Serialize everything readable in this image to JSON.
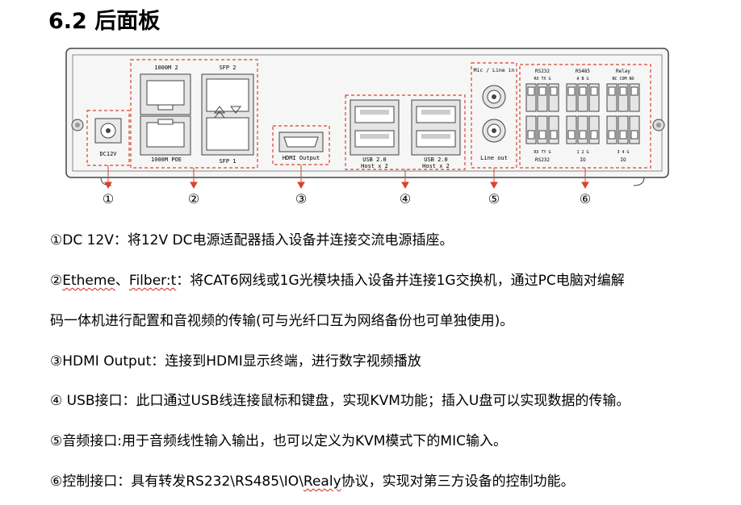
{
  "heading": "6.2 后面板",
  "panel": {
    "labels": {
      "dc": "DC12V",
      "port1000m2": "1000M 2",
      "port1000mpoe": "1000M POE",
      "sfp2": "SFP 2",
      "sfp1": "SFP 1",
      "hdmi": "HDMI Output",
      "usb_left_1": "USB 2.0",
      "usb_left_2": "Host x 2",
      "usb_right_1": "USB 2.0",
      "usb_right_2": "Host x 2",
      "mic_line_in": "Mic / Line in",
      "line_out": "Line out",
      "rs232_top": "RS232",
      "rs485_top": "RS485",
      "relay_top": "Relay",
      "rs232_pins": "RX TX G",
      "rs485_pins": "A B G",
      "relay_pins": "NC COM NO",
      "rs232_bottom_pins": "RX TY G",
      "io_pins_1": "1 2 G",
      "io_pins_2": "3 4 G",
      "rs232_bottom": "RS232",
      "io_bottom_1": "IO",
      "io_bottom_2": "IO"
    },
    "callouts": [
      "①",
      "②",
      "③",
      "④",
      "⑤",
      "⑥"
    ],
    "callout_color": "#d9432c"
  },
  "descriptions": {
    "d1": "①DC 12V：将12V DC电源适配器插入设备并连接交流电源插座。",
    "d2_a": "②",
    "d2_b": "Etheme",
    "d2_c": "、",
    "d2_d": "Filber:t",
    "d2_e": "：将CAT6网线或1G光模块插入设备并连接1G交换机，通过PC电脑对编解",
    "d2_line2": "码一体机进行配置和音视频的传输(可与光纤口互为网络备份也可单独使用)。",
    "d3": "③HDMI Output：连接到HDMI显示终端，进行数字视频播放",
    "d4": "④  USB接口：此口通过USB线连接鼠标和键盘，实现KVM功能；插入U盘可以实现数据的传输。",
    "d5": "⑤音频接口:用于音频线性输入输出，也可以定义为KVM模式下的MIC输入。",
    "d6_a": "⑥控制接口：具有转发RS232\\RS485\\IO\\",
    "d6_b": "Realy",
    "d6_c": "协议，实现对第三方设备的控制功能。"
  }
}
